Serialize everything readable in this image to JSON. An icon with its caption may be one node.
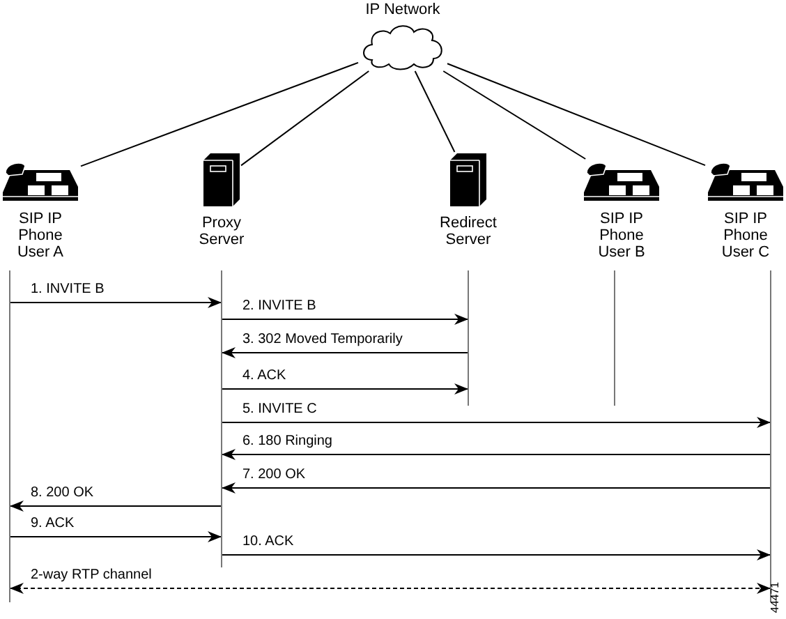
{
  "diagram": {
    "nodes": [
      {
        "text": [
          "IP Network"
        ]
      },
      {
        "text": [
          "SIP IP Phone User A"
        ]
      },
      {
        "text": [
          "Proxy Server"
        ]
      },
      {
        "text": [
          "Redirect Server"
        ]
      },
      {
        "text": [
          "SIP IP Phone User B"
        ]
      },
      {
        "text": [
          "SIP IP Phone User C"
        ]
      }
    ],
    "edges": [
      {
        "from": 0,
        "to": 1,
        "arrow": "none"
      },
      {
        "from": 0,
        "to": 2,
        "arrow": "none"
      },
      {
        "from": 0,
        "to": 3,
        "arrow": "none"
      },
      {
        "from": 0,
        "to": 4,
        "arrow": "none"
      },
      {
        "from": 0,
        "to": 5,
        "arrow": "none"
      },
      {
        "from": 1,
        "to": 2,
        "label": "1. INVITE B",
        "arrow": "to"
      },
      {
        "from": 2,
        "to": 3,
        "label": "2. INVITE B",
        "arrow": "to"
      },
      {
        "from": 3,
        "to": 2,
        "label": "3. 302 Moved Temporarily",
        "arrow": "to"
      },
      {
        "from": 2,
        "to": 3,
        "label": "4. ACK",
        "arrow": "to"
      },
      {
        "from": 2,
        "to": 5,
        "label": "5. INVITE C",
        "arrow": "to"
      },
      {
        "from": 5,
        "to": 2,
        "label": "6. 180 Ringing",
        "arrow": "to"
      },
      {
        "from": 5,
        "to": 2,
        "label": "7. 200 OK",
        "arrow": "to"
      },
      {
        "from": 2,
        "to": 1,
        "label": "8. 200 OK",
        "arrow": "to"
      },
      {
        "from": 1,
        "to": 2,
        "label": "9. ACK",
        "arrow": "to"
      },
      {
        "from": 2,
        "to": 5,
        "label": "10. ACK",
        "arrow": "to"
      },
      {
        "from": 1,
        "to": 5,
        "label": "2-way RTP channel",
        "arrow": "both",
        "style": "dashed"
      }
    ],
    "labels": [
      "44471"
    ]
  }
}
